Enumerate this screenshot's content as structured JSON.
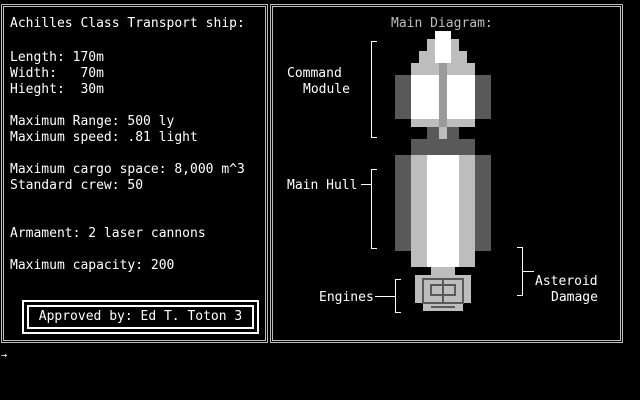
{
  "specs": {
    "title": "Achilles Class Transport ship:",
    "length": "Length: 170m",
    "width": "Width:   70m",
    "height": "Hieght:  30m",
    "range": "Maximum Range: 500 ly",
    "speed": "Maximum speed: .81 light",
    "cargo": "Maximum cargo space: 8,000 m^3",
    "crew": "Standard crew: 50",
    "armament": "Armament: 2 laser cannons",
    "capacity": "Maximum capacity: 200"
  },
  "approval": {
    "text": "Approved by: Ed T. Toton 3"
  },
  "diagram": {
    "title": "Main Diagram:",
    "labels": {
      "command_line1": "Command",
      "command_line2": "Module",
      "main_hull": "Main Hull",
      "engines": "Engines",
      "damage_line1": "Asteroid",
      "damage_line2": "Damage"
    }
  },
  "colors": {
    "white": "#ffffff",
    "light_gray": "#bdbdbd",
    "mid_gray": "#9a9a9a",
    "dark_gray": "#595959",
    "black": "#000000"
  },
  "prompt": {
    "glyph": "→"
  }
}
